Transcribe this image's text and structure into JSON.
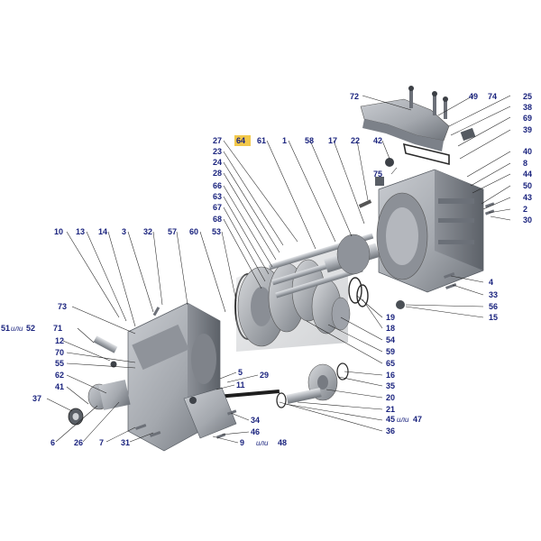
{
  "diagram": {
    "highlighted": {
      "number": "64",
      "color": "#f2c84b"
    },
    "labels": [
      {
        "id": "72",
        "text": "72"
      },
      {
        "id": "49",
        "text": "49"
      },
      {
        "id": "74",
        "text": "74"
      },
      {
        "id": "25",
        "text": "25"
      },
      {
        "id": "38",
        "text": "38"
      },
      {
        "id": "69",
        "text": "69"
      },
      {
        "id": "39",
        "text": "39"
      },
      {
        "id": "27",
        "text": "27"
      },
      {
        "id": "61",
        "text": "61"
      },
      {
        "id": "1",
        "text": "1"
      },
      {
        "id": "58",
        "text": "58"
      },
      {
        "id": "17",
        "text": "17"
      },
      {
        "id": "22",
        "text": "22"
      },
      {
        "id": "42",
        "text": "42"
      },
      {
        "id": "23",
        "text": "23"
      },
      {
        "id": "24",
        "text": "24"
      },
      {
        "id": "28",
        "text": "28"
      },
      {
        "id": "66",
        "text": "66"
      },
      {
        "id": "63",
        "text": "63"
      },
      {
        "id": "67",
        "text": "67"
      },
      {
        "id": "68",
        "text": "68"
      },
      {
        "id": "40",
        "text": "40"
      },
      {
        "id": "8",
        "text": "8"
      },
      {
        "id": "44",
        "text": "44"
      },
      {
        "id": "75",
        "text": "75"
      },
      {
        "id": "50",
        "text": "50"
      },
      {
        "id": "43",
        "text": "43"
      },
      {
        "id": "2",
        "text": "2"
      },
      {
        "id": "30",
        "text": "30"
      },
      {
        "id": "10",
        "text": "10"
      },
      {
        "id": "13",
        "text": "13"
      },
      {
        "id": "14",
        "text": "14"
      },
      {
        "id": "3",
        "text": "3"
      },
      {
        "id": "32",
        "text": "32"
      },
      {
        "id": "57",
        "text": "57"
      },
      {
        "id": "60",
        "text": "60"
      },
      {
        "id": "53",
        "text": "53"
      },
      {
        "id": "4",
        "text": "4"
      },
      {
        "id": "33",
        "text": "33"
      },
      {
        "id": "56",
        "text": "56"
      },
      {
        "id": "15",
        "text": "15"
      },
      {
        "id": "73",
        "text": "73"
      },
      {
        "id": "19",
        "text": "19"
      },
      {
        "id": "18",
        "text": "18"
      },
      {
        "id": "54",
        "text": "54"
      },
      {
        "id": "59",
        "text": "59"
      },
      {
        "id": "65",
        "text": "65"
      },
      {
        "id": "16",
        "text": "16"
      },
      {
        "id": "35",
        "text": "35"
      },
      {
        "id": "20",
        "text": "20"
      },
      {
        "id": "21",
        "text": "21"
      },
      {
        "id": "36",
        "text": "36"
      },
      {
        "id": "51",
        "text": "51"
      },
      {
        "id": "52",
        "text": "52"
      },
      {
        "id": "71",
        "text": "71"
      },
      {
        "id": "12",
        "text": "12"
      },
      {
        "id": "70",
        "text": "70"
      },
      {
        "id": "55",
        "text": "55"
      },
      {
        "id": "62",
        "text": "62"
      },
      {
        "id": "41",
        "text": "41"
      },
      {
        "id": "37",
        "text": "37"
      },
      {
        "id": "5",
        "text": "5"
      },
      {
        "id": "29",
        "text": "29"
      },
      {
        "id": "11",
        "text": "11"
      },
      {
        "id": "34",
        "text": "34"
      },
      {
        "id": "46",
        "text": "46"
      },
      {
        "id": "6",
        "text": "6"
      },
      {
        "id": "26",
        "text": "26"
      },
      {
        "id": "7",
        "text": "7"
      },
      {
        "id": "31",
        "text": "31"
      },
      {
        "id": "9",
        "text": "9"
      },
      {
        "id": "48",
        "text": "48"
      },
      {
        "id": "45",
        "text": "45"
      },
      {
        "id": "47",
        "text": "47"
      }
    ],
    "alternatives": [
      {
        "id": "ili-51-52",
        "text": "или"
      },
      {
        "id": "ili-45-47",
        "text": "или"
      },
      {
        "id": "ili-9-48",
        "text": "или"
      }
    ],
    "palette": {
      "casing": "#a8acb3",
      "casing_dark": "#6f747c",
      "shaft": "#b9bdc4",
      "gasket": "#2a2a2a",
      "label": "#1a237e"
    }
  }
}
